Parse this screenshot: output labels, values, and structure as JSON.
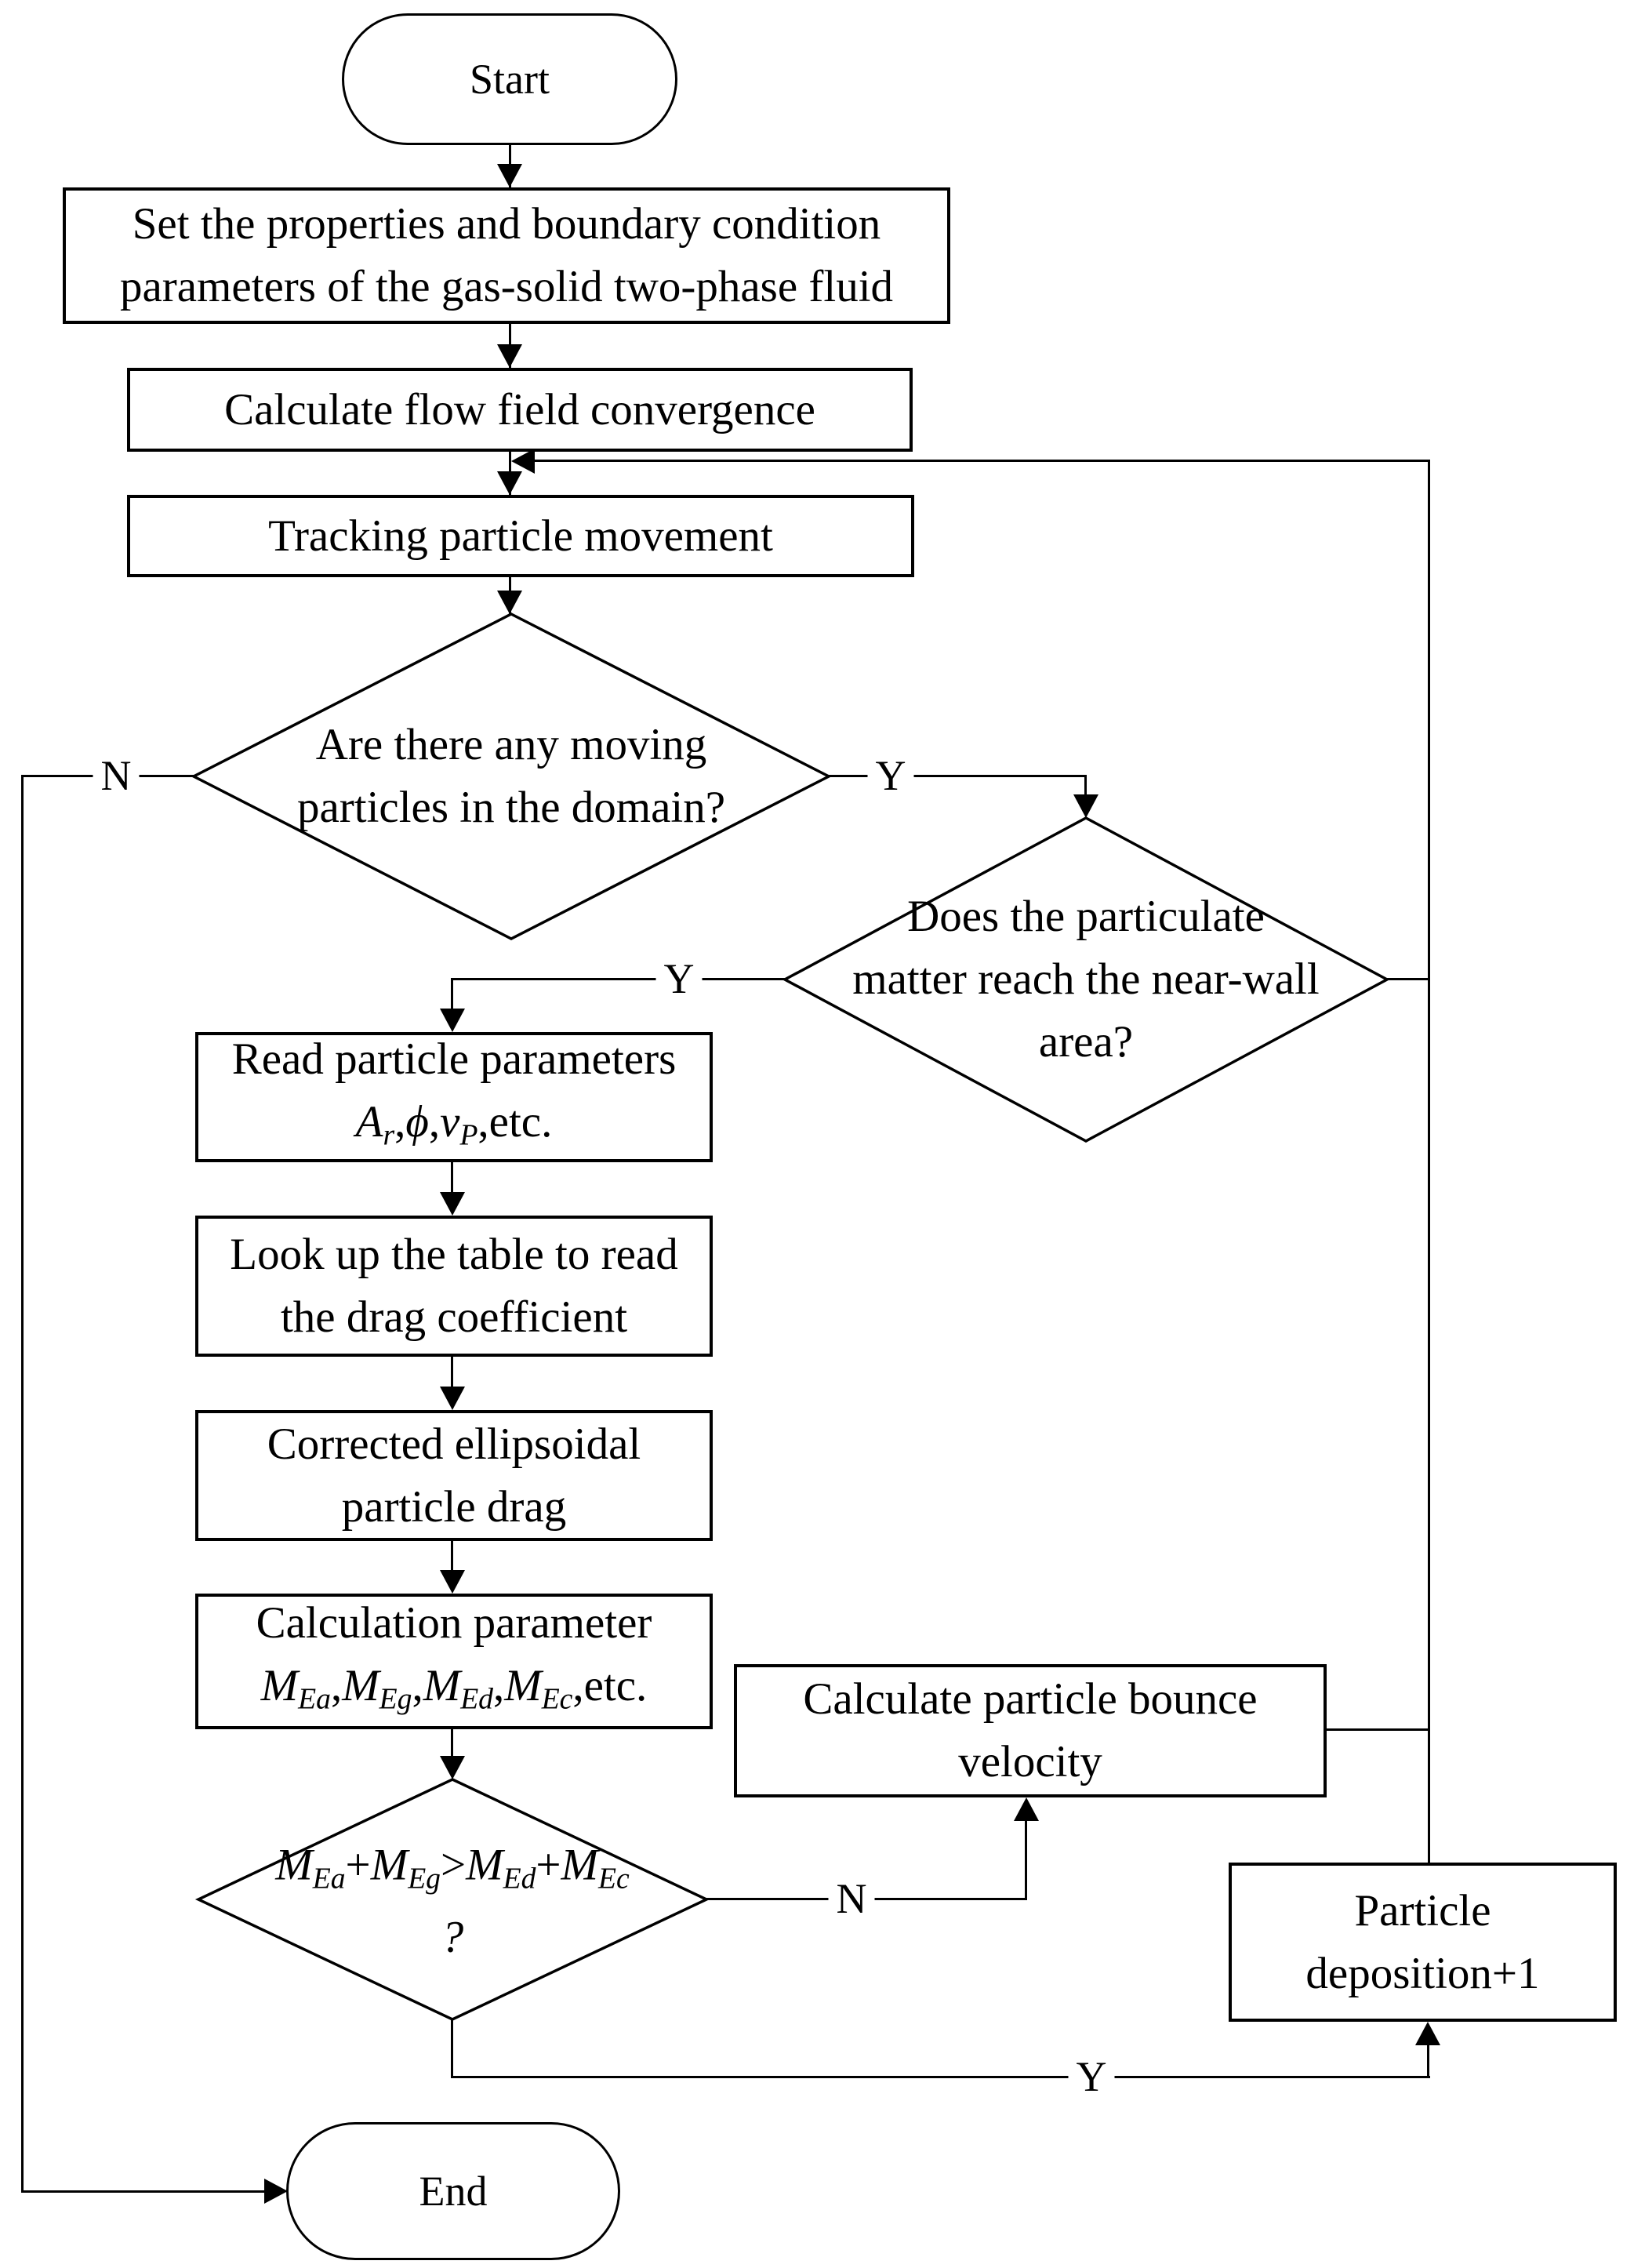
{
  "flowchart": {
    "nodes": {
      "start": {
        "label": "Start"
      },
      "set_properties": {
        "lines": [
          "Set the properties and boundary condition",
          "parameters of the gas-solid two-phase fluid"
        ]
      },
      "calc_flow": {
        "label": "Calculate flow field convergence"
      },
      "tracking": {
        "label": "Tracking particle movement"
      },
      "moving_particles": {
        "lines": [
          "Are there any moving",
          "particles in the domain?"
        ]
      },
      "near_wall": {
        "lines": [
          "Does the particulate",
          "matter reach the near-wall",
          "area?"
        ]
      },
      "read_params": {
        "line1": "Read particle parameters",
        "math": [
          {
            "t": "A",
            "s": "i"
          },
          {
            "t": "r",
            "s": "sub"
          },
          {
            "t": ","
          },
          {
            "t": "ϕ",
            "s": "i"
          },
          {
            "t": ","
          },
          {
            "t": "v",
            "s": "i"
          },
          {
            "t": "P",
            "s": "sub"
          },
          {
            "t": ",etc."
          }
        ]
      },
      "lookup": {
        "lines": [
          "Look up the table to read",
          "the drag coefficient"
        ]
      },
      "corrected": {
        "lines": [
          "Corrected ellipsoidal",
          "particle drag"
        ]
      },
      "calc_param": {
        "line1": "Calculation parameter",
        "math": [
          {
            "t": "M",
            "s": "i"
          },
          {
            "t": "Ea",
            "s": "sub"
          },
          {
            "t": ","
          },
          {
            "t": "M",
            "s": "i"
          },
          {
            "t": "Eg",
            "s": "sub"
          },
          {
            "t": ","
          },
          {
            "t": "M",
            "s": "i"
          },
          {
            "t": "Ed",
            "s": "sub"
          },
          {
            "t": ","
          },
          {
            "t": "M",
            "s": "i"
          },
          {
            "t": "Ec",
            "s": "sub"
          },
          {
            "t": ",etc."
          }
        ]
      },
      "energy_check": {
        "math": [
          {
            "t": "M",
            "s": "i"
          },
          {
            "t": "Ea",
            "s": "sub"
          },
          {
            "t": "+"
          },
          {
            "t": "M",
            "s": "i"
          },
          {
            "t": "Eg",
            "s": "sub"
          },
          {
            "t": ">"
          },
          {
            "t": "M",
            "s": "i"
          },
          {
            "t": "Ed",
            "s": "sub"
          },
          {
            "t": "+"
          },
          {
            "t": "M",
            "s": "i"
          },
          {
            "t": "Ec",
            "s": "sub"
          }
        ],
        "line2": "?"
      },
      "bounce": {
        "lines": [
          "Calculate particle bounce",
          "velocity"
        ]
      },
      "deposition": {
        "lines": [
          "Particle",
          "deposition+1"
        ]
      },
      "end": {
        "label": "End"
      }
    },
    "edge_labels": {
      "no_particles": "N",
      "yes_particles": "Y",
      "yes_near_wall": "Y",
      "no_energy": "N",
      "yes_energy": "Y"
    },
    "colors": {
      "stroke": "#000000",
      "fill": "#ffffff"
    }
  }
}
